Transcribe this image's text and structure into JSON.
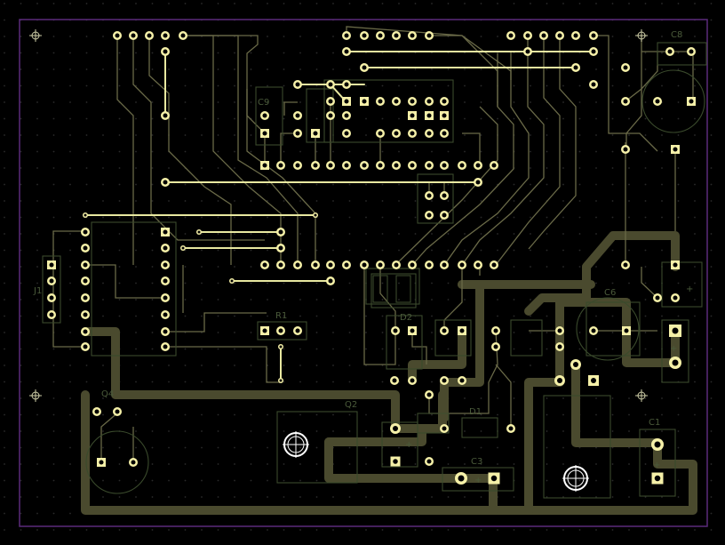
{
  "board": {
    "background": "#000000",
    "grid_dot_color": "#2a2a2a",
    "outline_color": "#6a2a8a",
    "trace_color": "#4a4a30",
    "thin_trace_color": "#6e6e4a",
    "jumper_color": "#e8e8a0",
    "pad_color": "#f5f0a8",
    "pad_hole_color": "#000000",
    "silkscreen_color": "#3e4e30"
  },
  "silkscreen": {
    "labels": [
      "C8",
      "C9",
      "C6",
      "Q4",
      "Q2",
      "D1",
      "D2",
      "R1",
      "C3",
      "C1",
      "J1"
    ],
    "polarity_marks": [
      "+",
      "+",
      "+",
      "+",
      "+"
    ]
  },
  "icons": [
    "fiducial-icon",
    "mounting-hole-icon"
  ]
}
